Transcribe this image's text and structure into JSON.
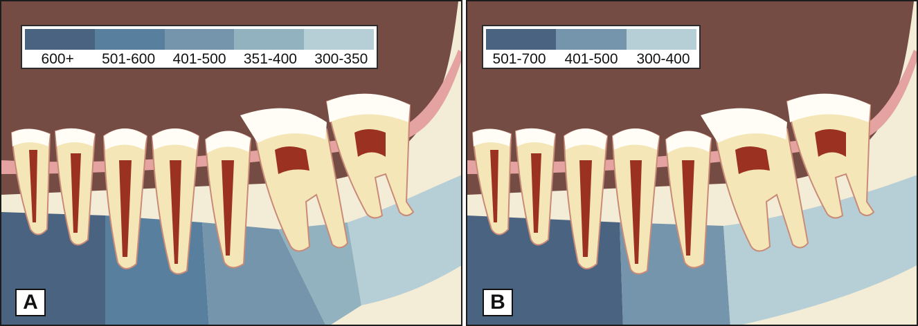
{
  "panels": [
    {
      "letter": "A",
      "legend": [
        {
          "label": "600+",
          "color": "#4a6380"
        },
        {
          "label": "501-600",
          "color": "#58809e"
        },
        {
          "label": "401-500",
          "color": "#7495ab"
        },
        {
          "label": "351-400",
          "color": "#93b2bf"
        },
        {
          "label": "300-350",
          "color": "#b6ced5"
        }
      ]
    },
    {
      "letter": "B",
      "legend": [
        {
          "label": "501-700",
          "color": "#4a6380"
        },
        {
          "label": "401-500",
          "color": "#7495ab"
        },
        {
          "label": "300-400",
          "color": "#b6ced5"
        }
      ]
    }
  ],
  "colors": {
    "background_tissue": "#744c44",
    "gingiva": "#e4a2a0",
    "bone": "#f3ecd6",
    "enamel": "#fffdf6",
    "dentin": "#f4e6b6",
    "pulp": "#9b3121"
  }
}
